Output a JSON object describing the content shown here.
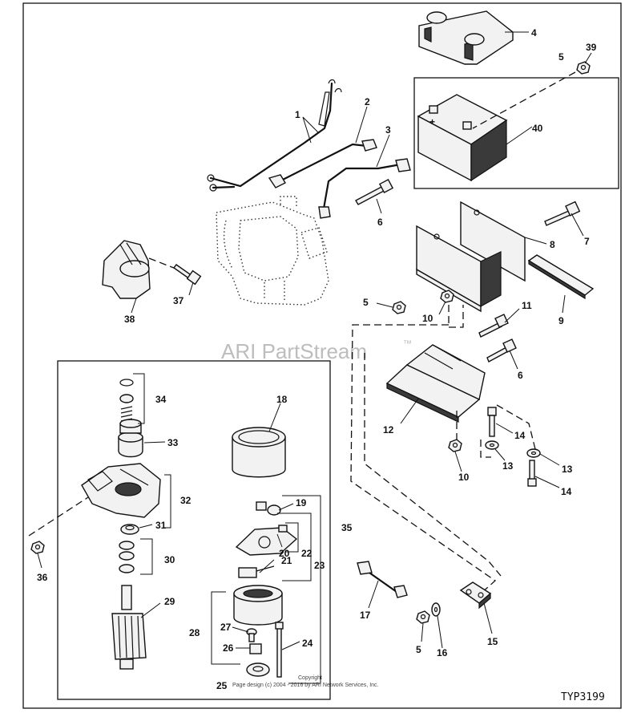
{
  "watermark": {
    "text": "ARI PartStream",
    "mark": "™"
  },
  "copyright": {
    "line1": "Copyright",
    "line2": "Page design (c) 2004 - 2016 by ARI Network Services, Inc."
  },
  "reference_code": "TYP3199",
  "callouts": {
    "c1": "1",
    "c2": "2",
    "c3": "3",
    "c4": "4",
    "c5a": "5",
    "c5b": "5",
    "c5c": "5",
    "c6a": "6",
    "c6b": "6",
    "c7": "7",
    "c8": "8",
    "c9": "9",
    "c10a": "10",
    "c10b": "10",
    "c11": "11",
    "c12": "12",
    "c13a": "13",
    "c13b": "13",
    "c14a": "14",
    "c14b": "14",
    "c15": "15",
    "c16": "16",
    "c17": "17",
    "c18": "18",
    "c19": "19",
    "c20": "20",
    "c21": "21",
    "c22": "22",
    "c23": "23",
    "c24": "24",
    "c25": "25",
    "c26": "26",
    "c27": "27",
    "c28": "28",
    "c29": "29",
    "c30": "30",
    "c31": "31",
    "c32": "32",
    "c33": "33",
    "c34": "34",
    "c35": "35",
    "c36": "36",
    "c37": "37",
    "c38": "38",
    "c39": "39",
    "c40": "40"
  }
}
